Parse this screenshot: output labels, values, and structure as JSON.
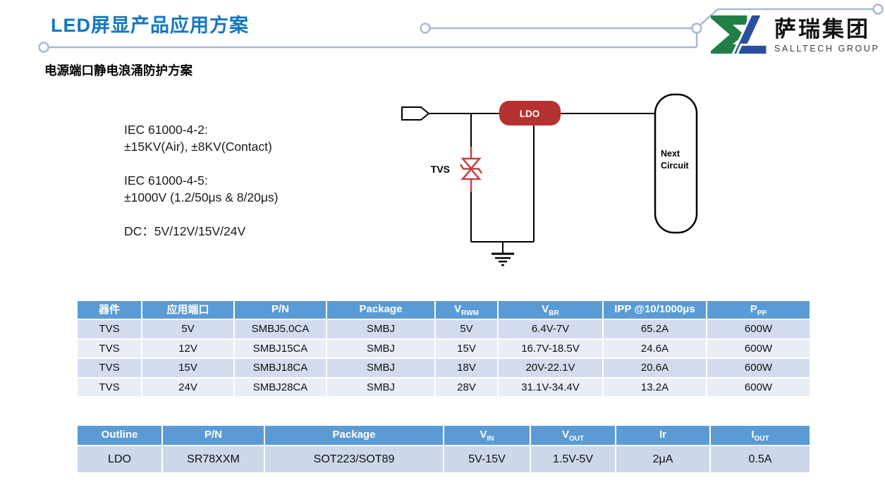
{
  "page": {
    "title": "LED屏显产品应用方案",
    "subtitle": "电源端口静电浪涌防护方案"
  },
  "logo": {
    "name_cn": "萨瑞集团",
    "name_en": "SALLTECH GROUP"
  },
  "specs": {
    "lines": [
      "IEC 61000-4-2:",
      "±15KV(Air), ±8KV(Contact)",
      "IEC 61000-4-5:",
      "±1000V (1.2/50μs & 8/20μs)",
      "DC：5V/12V/15V/24V"
    ]
  },
  "diagram": {
    "tvs_label": "TVS",
    "ldo_label": "LDO",
    "next_line1": "Next",
    "next_line2": "Circuit"
  },
  "tables": {
    "tvs": {
      "headers": [
        {
          "label": "器件",
          "sub": ""
        },
        {
          "label": "应用端口",
          "sub": ""
        },
        {
          "label": "P/N",
          "sub": ""
        },
        {
          "label": "Package",
          "sub": ""
        },
        {
          "label": "V",
          "sub": "RWM"
        },
        {
          "label": "V",
          "sub": "BR"
        },
        {
          "label": "IPP @10/1000μs",
          "sub": ""
        },
        {
          "label": "P",
          "sub": "PP"
        }
      ],
      "rows": [
        [
          "TVS",
          "5V",
          "SMBJ5.0CA",
          "SMBJ",
          "5V",
          "6.4V-7V",
          "65.2A",
          "600W"
        ],
        [
          "TVS",
          "12V",
          "SMBJ15CA",
          "SMBJ",
          "15V",
          "16.7V-18.5V",
          "24.6A",
          "600W"
        ],
        [
          "TVS",
          "15V",
          "SMBJ18CA",
          "SMBJ",
          "18V",
          "20V-22.1V",
          "20.6A",
          "600W"
        ],
        [
          "TVS",
          "24V",
          "SMBJ28CA",
          "SMBJ",
          "28V",
          "31.1V-34.4V",
          "13.2A",
          "600W"
        ]
      ]
    },
    "ldo": {
      "headers": [
        {
          "label": "Outline",
          "sub": ""
        },
        {
          "label": "P/N",
          "sub": ""
        },
        {
          "label": "Package",
          "sub": ""
        },
        {
          "label": "V",
          "sub": "IN"
        },
        {
          "label": "V",
          "sub": "OUT"
        },
        {
          "label": "Ir",
          "sub": ""
        },
        {
          "label": "I",
          "sub": "OUT"
        }
      ],
      "rows": [
        [
          "LDO",
          "SR78XXM",
          "SOT223/SOT89",
          "5V-15V",
          "1.5V-5V",
          "2μA",
          "0.5A"
        ]
      ]
    }
  },
  "colors": {
    "title_blue": "#1276c0",
    "table_header_blue": "#5b9bd5",
    "row_band_dark": "#d3dcee",
    "row_band_light": "#e9edf6",
    "ldo_row_band": "#ccd7ea",
    "ldo_block_red": "#b5312f",
    "tvs_symbol_red": "#bf4342",
    "trace_gray_blue": "#aab8d8",
    "logo_green": "#217f46",
    "logo_blue": "#2a4f9f"
  }
}
